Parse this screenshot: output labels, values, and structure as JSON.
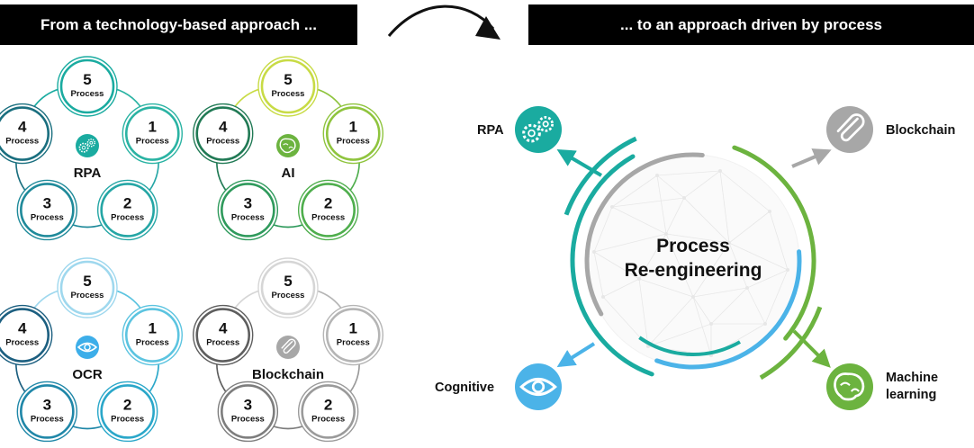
{
  "banners": {
    "left": "From a technology-based approach ...",
    "right": "... to an approach driven by process"
  },
  "cycles": [
    {
      "id": "rpa",
      "label": "RPA",
      "icon": "gears-icon",
      "color": "#1aaba0",
      "ring_colors": [
        "#1aaba0",
        "#2ab3a3",
        "#25a6a5",
        "#1f8a9a",
        "#1a6f7f"
      ],
      "nodes": [
        {
          "num": "5",
          "label": "Process"
        },
        {
          "num": "1",
          "label": "Process"
        },
        {
          "num": "2",
          "label": "Process"
        },
        {
          "num": "3",
          "label": "Process"
        },
        {
          "num": "4",
          "label": "Process"
        }
      ]
    },
    {
      "id": "ai",
      "label": "AI",
      "icon": "brain-icon",
      "color": "#6cb33f",
      "ring_colors": [
        "#c8db45",
        "#8fc43e",
        "#4fae4d",
        "#2f9a5c",
        "#217a55"
      ],
      "nodes": [
        {
          "num": "5",
          "label": "Process"
        },
        {
          "num": "1",
          "label": "Process"
        },
        {
          "num": "2",
          "label": "Process"
        },
        {
          "num": "3",
          "label": "Process"
        },
        {
          "num": "4",
          "label": "Process"
        }
      ]
    },
    {
      "id": "ocr",
      "label": "OCR",
      "icon": "eye-icon",
      "color": "#3daee9",
      "ring_colors": [
        "#9fd8ee",
        "#5cc4e0",
        "#2aa7c9",
        "#1f87a8",
        "#1c5f80"
      ],
      "nodes": [
        {
          "num": "5",
          "label": "Process"
        },
        {
          "num": "1",
          "label": "Process"
        },
        {
          "num": "2",
          "label": "Process"
        },
        {
          "num": "3",
          "label": "Process"
        },
        {
          "num": "4",
          "label": "Process"
        }
      ]
    },
    {
      "id": "blockchain",
      "label": "Blockchain",
      "icon": "paperclip-icon",
      "color": "#a7a7a7",
      "ring_colors": [
        "#d6d6d6",
        "#b5b5b5",
        "#9a9a9a",
        "#7d7d7d",
        "#5e5e5e"
      ],
      "nodes": [
        {
          "num": "5",
          "label": "Process"
        },
        {
          "num": "1",
          "label": "Process"
        },
        {
          "num": "2",
          "label": "Process"
        },
        {
          "num": "3",
          "label": "Process"
        },
        {
          "num": "4",
          "label": "Process"
        }
      ]
    }
  ],
  "center": {
    "title_line1": "Process",
    "title_line2": "Re-engineering"
  },
  "satellites": [
    {
      "id": "rpa",
      "lines": [
        "RPA"
      ],
      "icon": "gears-icon",
      "color": "#1aaba0"
    },
    {
      "id": "blockchain",
      "lines": [
        "Blockchain"
      ],
      "icon": "paperclip-icon",
      "color": "#a7a7a7"
    },
    {
      "id": "cognitive",
      "lines": [
        "Cognitive"
      ],
      "icon": "eye-icon",
      "color": "#4bb3e8"
    },
    {
      "id": "ml",
      "lines": [
        "Machine",
        "learning"
      ],
      "icon": "brain-icon",
      "color": "#6cb33f"
    }
  ]
}
